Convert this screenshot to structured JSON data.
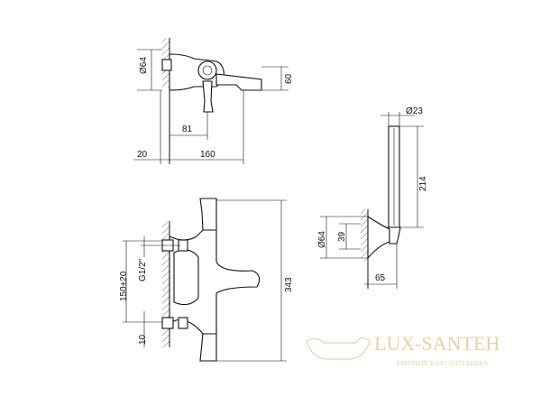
{
  "top_view": {
    "diameter": "Ø64",
    "height": "60",
    "offset": "81",
    "wall": "20",
    "length": "160"
  },
  "hand_shower": {
    "diameter": "Ø23",
    "length": "214",
    "holder_diameter": "Ø64",
    "holder_height": "39",
    "depth": "65"
  },
  "front_view": {
    "spacing": "150±20",
    "thread": "G1/2\"",
    "inlet": "10",
    "width": "343"
  },
  "watermark": {
    "brand": "LUX-SANTEH",
    "tagline": "ЕВРОПЕЙСКАЯ САНТЕХНИКА",
    "color": "#e6d2a8"
  }
}
